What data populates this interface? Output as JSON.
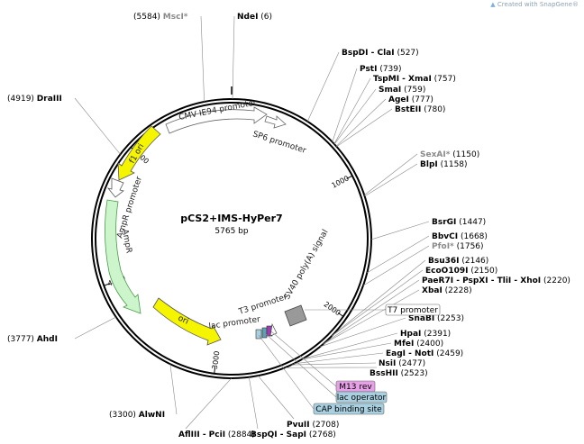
{
  "credit": "Created with SnapGene®",
  "plasmid": {
    "name": "pCS2+IMS-HyPer7",
    "size": "5765 bp",
    "length": 5765
  },
  "ticks": [
    {
      "pos": 1000,
      "label": "1000"
    },
    {
      "pos": 2000,
      "label": "2000"
    },
    {
      "pos": 3000,
      "label": "3000"
    },
    {
      "pos": 4000,
      "label": "4000"
    },
    {
      "pos": 5000,
      "label": "5000"
    }
  ],
  "sites": [
    {
      "name": "NdeI",
      "pos": "(6)",
      "bp": 6,
      "star": false
    },
    {
      "name": "BspDI - ClaI",
      "pos": "(527)",
      "bp": 527,
      "star": false
    },
    {
      "name": "PstI",
      "pos": "(739)",
      "bp": 739,
      "star": false
    },
    {
      "name": "TspMI - XmaI",
      "pos": "(757)",
      "bp": 757,
      "star": false
    },
    {
      "name": "SmaI",
      "pos": "(759)",
      "bp": 759,
      "star": false
    },
    {
      "name": "AgeI",
      "pos": "(777)",
      "bp": 777,
      "star": false
    },
    {
      "name": "BstEII",
      "pos": "(780)",
      "bp": 780,
      "star": false
    },
    {
      "name": "SexAI*",
      "pos": "(1150)",
      "bp": 1150,
      "star": true
    },
    {
      "name": "BlpI",
      "pos": "(1158)",
      "bp": 1158,
      "star": false
    },
    {
      "name": "BsrGI",
      "pos": "(1447)",
      "bp": 1447,
      "star": false
    },
    {
      "name": "BbvCI",
      "pos": "(1668)",
      "bp": 1668,
      "star": false
    },
    {
      "name": "PfoI*",
      "pos": "(1756)",
      "bp": 1756,
      "star": true
    },
    {
      "name": "Bsu36I",
      "pos": "(2146)",
      "bp": 2146,
      "star": false
    },
    {
      "name": "EcoO109I",
      "pos": "(2150)",
      "bp": 2150,
      "star": false
    },
    {
      "name": "PaeR7I - PspXI - TliI - XhoI",
      "pos": "(2220)",
      "bp": 2220,
      "star": false
    },
    {
      "name": "XbaI",
      "pos": "(2228)",
      "bp": 2228,
      "star": false
    },
    {
      "name": "SnaBI",
      "pos": "(2253)",
      "bp": 2253,
      "star": false
    },
    {
      "name": "HpaI",
      "pos": "(2391)",
      "bp": 2391,
      "star": false
    },
    {
      "name": "MfeI",
      "pos": "(2400)",
      "bp": 2400,
      "star": false
    },
    {
      "name": "EagI - NotI",
      "pos": "(2459)",
      "bp": 2459,
      "star": false
    },
    {
      "name": "NsiI",
      "pos": "(2477)",
      "bp": 2477,
      "star": false
    },
    {
      "name": "BssHII",
      "pos": "(2523)",
      "bp": 2523,
      "star": false
    },
    {
      "name": "BspQI - SapI",
      "pos": "(2768)",
      "bp": 2768,
      "star": false
    },
    {
      "name": "PvuII",
      "pos": "(2708)",
      "bp": 2708,
      "star": false
    },
    {
      "name": "AflIII - PciI",
      "pos": "(2884)",
      "bp": 2884,
      "star": false
    },
    {
      "name": "AlwNI",
      "pos": "(3300)",
      "bp": 3300,
      "star": false
    },
    {
      "name": "AhdI",
      "pos": "(3777)",
      "bp": 3777,
      "star": false
    },
    {
      "name": "DraIII",
      "pos": "(4919)",
      "bp": 4919,
      "star": false
    },
    {
      "name": "MscI*",
      "pos": "(5584)",
      "bp": 5584,
      "star": true
    }
  ],
  "features": [
    {
      "name": "CMV IE94 promoter",
      "color": "#ffffff"
    },
    {
      "name": "SP6 promoter",
      "color": "#ffffff"
    },
    {
      "name": "f1 ori",
      "color": "#f5f500"
    },
    {
      "name": "AmpR promoter",
      "color": "#ffffff"
    },
    {
      "name": "AmpR",
      "color": "#ccf5cc"
    },
    {
      "name": "ori",
      "color": "#f5f500"
    },
    {
      "name": "lac promoter",
      "color": "#ffffff"
    },
    {
      "name": "T3 promoter",
      "color": "#ffffff"
    },
    {
      "name": "SV40 poly(A) signal",
      "color": "#999999"
    }
  ],
  "tags": [
    {
      "name": "T7 promoter",
      "color": "#ffffff"
    },
    {
      "name": "M13 rev",
      "color": "#e6a0e6"
    },
    {
      "name": "lac operator",
      "color": "#a8d0e0"
    },
    {
      "name": "CAP binding site",
      "color": "#a8d0e0"
    }
  ]
}
